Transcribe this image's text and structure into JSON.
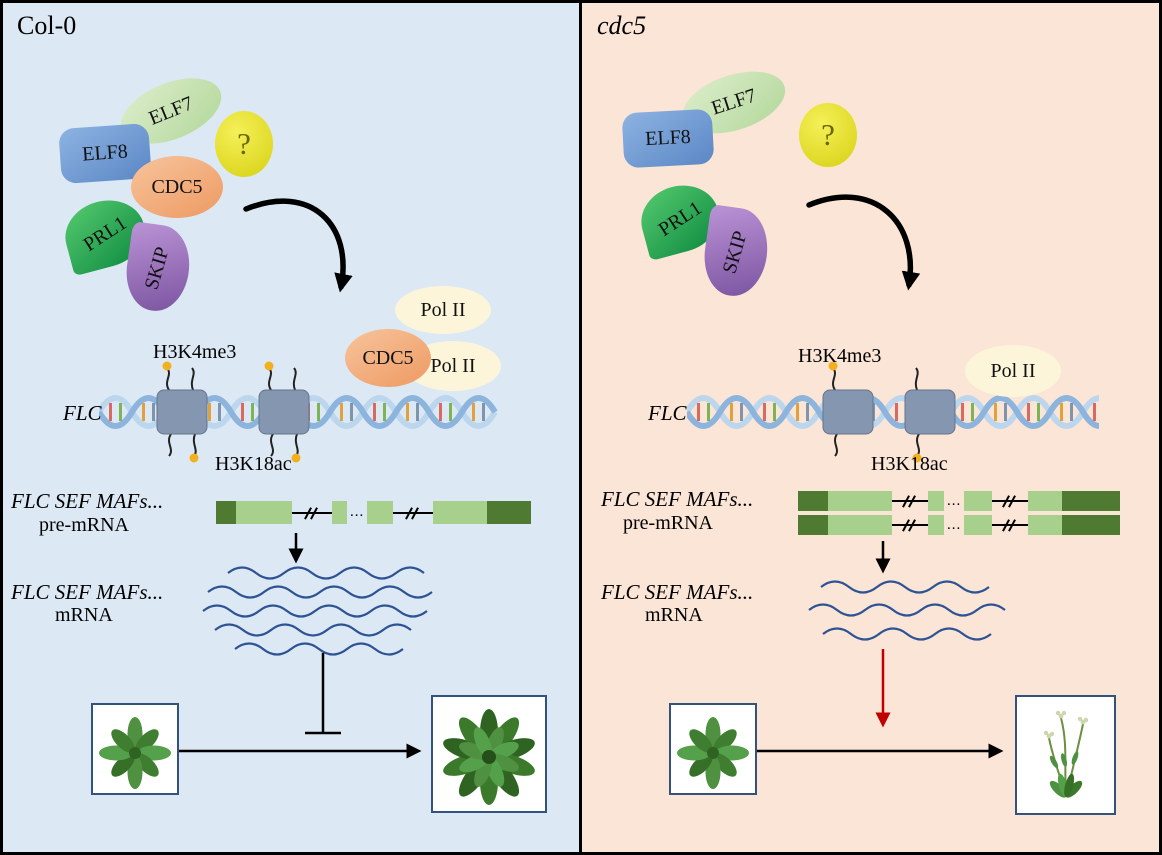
{
  "left": {
    "title": "Col-0",
    "complex": {
      "elf7": "ELF7",
      "elf8": "ELF8",
      "cdc5": "CDC5",
      "prl1": "PRL1",
      "skip": "SKIP",
      "unknown": "?"
    },
    "chromatin": {
      "h3k4me3": "H3K4me3",
      "h3k18ac": "H3K18ac",
      "gene": "FLC",
      "cdc5": "CDC5",
      "pol2_top": "Pol II",
      "pol2_bottom": "Pol II"
    },
    "pre_mrna": {
      "genes": "FLC SEF MAFs...",
      "label": "pre-mRNA",
      "dots": "..."
    },
    "mrna": {
      "genes": "FLC SEF MAFs...",
      "label": "mRNA"
    }
  },
  "right": {
    "title": "cdc5",
    "complex": {
      "elf7": "ELF7",
      "elf8": "ELF8",
      "prl1": "PRL1",
      "skip": "SKIP",
      "unknown": "?"
    },
    "chromatin": {
      "h3k4me3": "H3K4me3",
      "h3k18ac": "H3K18ac",
      "gene": "FLC",
      "pol2": "Pol II"
    },
    "pre_mrna": {
      "genes": "FLC SEF MAFs...",
      "label": "pre-mRNA",
      "dots_top": "...",
      "dots_bottom": "..."
    },
    "mrna": {
      "genes": "FLC SEF MAFs...",
      "label": "mRNA"
    }
  },
  "colors": {
    "left_bg": "#dce9f5",
    "right_bg": "#fbe5d6",
    "elf7": "#c9e2b1",
    "elf8": "#6f9bd2",
    "cdc5": "#f2a877",
    "prl1": "#17a04d",
    "skip": "#8f6ab8",
    "unknown": "#e3dd2a",
    "pol2": "#fdf5da",
    "nucleosome": "#8496b0",
    "histone_mark": "#f2b01e",
    "exon_dark": "#4e7a31",
    "exon_light": "#a8d08d",
    "mrna_wave": "#2e5395",
    "inhibit_arrow": "#000000",
    "promote_arrow": "#c00000",
    "dna_strand": "#8cb4dc",
    "plant_box_border": "#33527e"
  }
}
